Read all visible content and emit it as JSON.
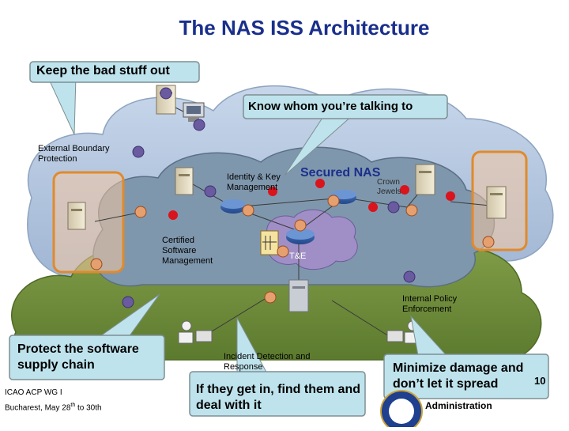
{
  "title": "The NAS ISS Architecture",
  "callouts": {
    "keep_bad_out": "Keep the bad stuff out",
    "know_whom": "Know whom you’re talking to",
    "protect_supply": "Protect the software supply chain",
    "if_they_get_in": "If they get in, find them and deal with it",
    "minimize_damage": "Minimize damage and don’t let it spread"
  },
  "labels": {
    "external_boundary": "External Boundary Protection",
    "identity_key": "Identity & Key Management",
    "secured_nas": "Secured NAS",
    "crown_jewels": "Crown Jewels",
    "certified_software": "Certified Software Management",
    "tae": "T&E",
    "internal_policy": "Internal Policy Enforcement",
    "incident_detection": "Incident Detection and Response"
  },
  "footer": {
    "org": "ICAO ACP WG I",
    "location": "Bucharest, May 28",
    "superscript": "th",
    "dates_tail": " to 30th",
    "administration": "Administration",
    "page_number": "10"
  },
  "colors": {
    "title": "#1a2f8c",
    "cloud_blue": "#a6bcd9",
    "cloud_mid": "#7f97ad",
    "cloud_green": "#6e8a3c",
    "callout_fill": "#bfe3ec",
    "highlight_orange": "#e08a2c",
    "secure_node_red": "#d9141c"
  }
}
